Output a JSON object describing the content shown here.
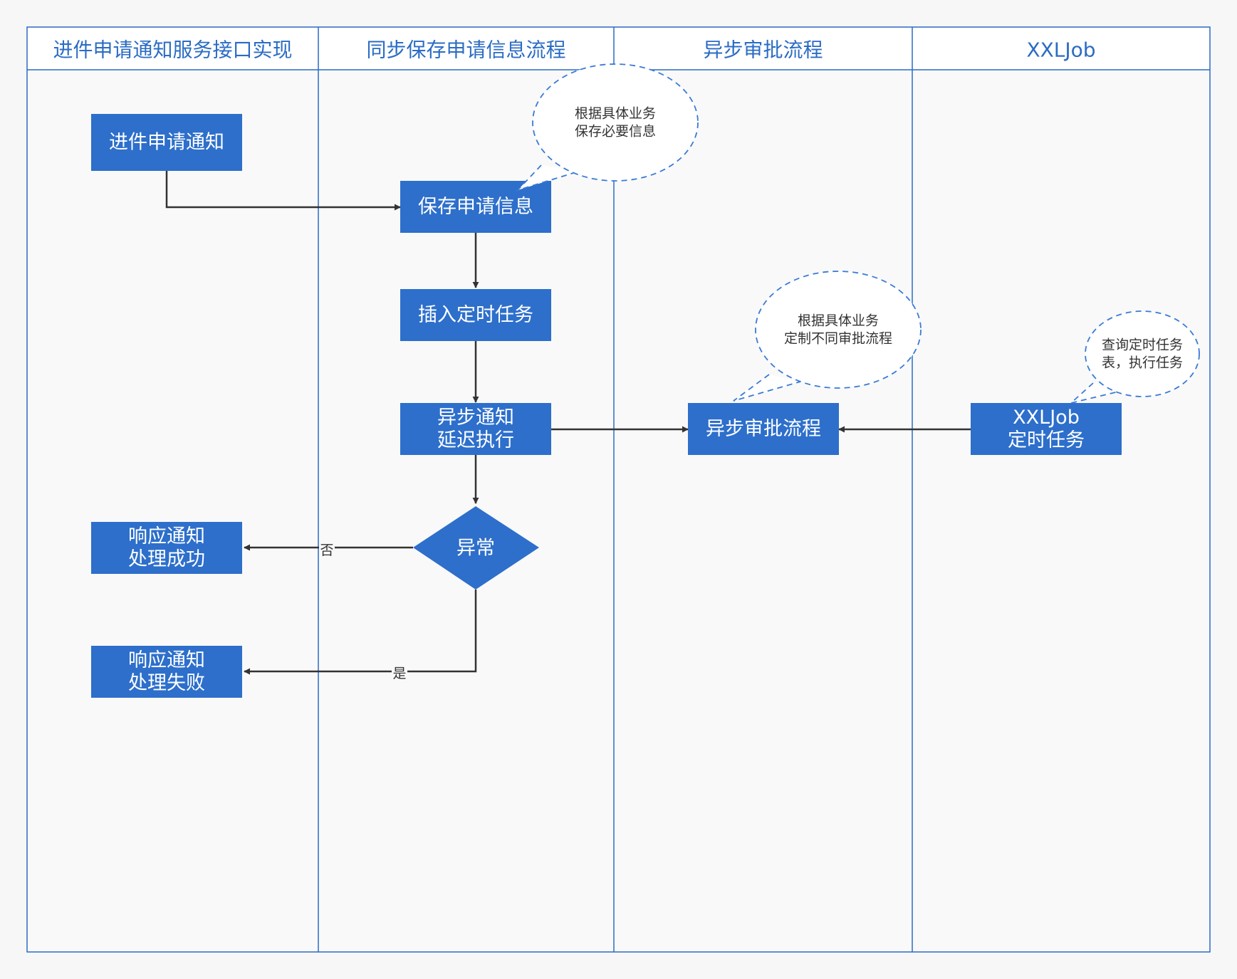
{
  "colors": {
    "background": "#f7f7f7",
    "lane_border": "#2b6cc4",
    "lane_title_text": "#2b6cc4",
    "lane_fill": "#f9f9f9",
    "header_fill": "#ffffff",
    "box_fill": "#2d6fcb",
    "box_text": "#ffffff",
    "arrow": "#333333",
    "bubble_border": "#3a7ad6",
    "bubble_fill": "#ffffff",
    "bubble_text": "#333333"
  },
  "lanes": [
    {
      "title": "进件申请通知服务接口实现"
    },
    {
      "title": "同步保存申请信息流程"
    },
    {
      "title": "异步审批流程"
    },
    {
      "title": "XXLJob"
    }
  ],
  "nodes": {
    "notify": {
      "lines": [
        "进件申请通知"
      ]
    },
    "save": {
      "lines": [
        "保存申请信息"
      ]
    },
    "insert_task": {
      "lines": [
        "插入定时任务"
      ]
    },
    "async_notify": {
      "lines": [
        "异步通知",
        "延迟执行"
      ]
    },
    "exception": {
      "lines": [
        "异常"
      ]
    },
    "resp_success": {
      "lines": [
        "响应通知",
        "处理成功"
      ]
    },
    "resp_fail": {
      "lines": [
        "响应通知",
        "处理失败"
      ]
    },
    "async_approve": {
      "lines": [
        "异步审批流程"
      ]
    },
    "xxljob": {
      "lines": [
        "XXLJob",
        "定时任务"
      ]
    }
  },
  "bubbles": {
    "save_note": {
      "lines": [
        "根据具体业务",
        "保存必要信息"
      ]
    },
    "approve_note": {
      "lines": [
        "根据具体业务",
        "定制不同审批流程"
      ]
    },
    "job_note": {
      "lines": [
        "查询定时任务",
        "表，执行任务"
      ]
    }
  },
  "edge_labels": {
    "no": "否",
    "yes": "是"
  }
}
